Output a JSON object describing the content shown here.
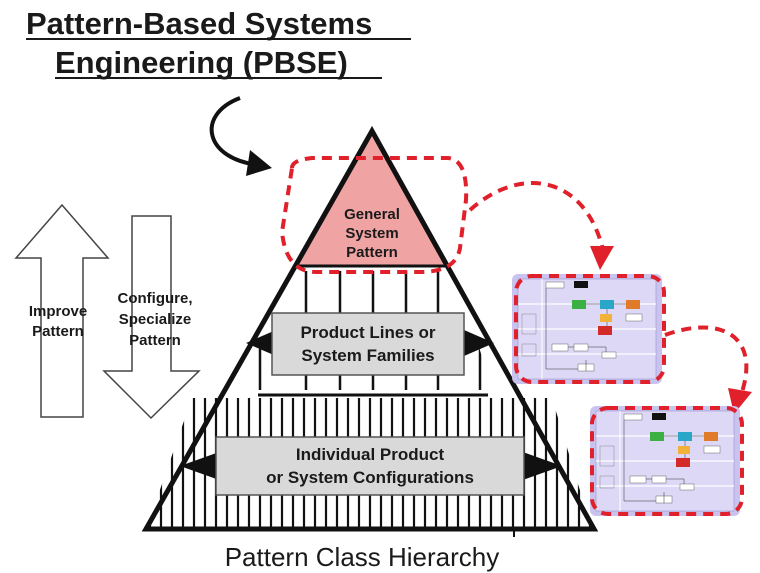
{
  "title": {
    "line1": "Pattern-Based Systems",
    "line2": "Engineering (PBSE)"
  },
  "caption": "Pattern Class Hierarchy",
  "left_arrows": {
    "improve": [
      "Improve",
      "Pattern"
    ],
    "configure": [
      "Configure,",
      "Specialize",
      "Pattern"
    ]
  },
  "pyramid": {
    "apex_label": [
      "General",
      "System",
      "Pattern"
    ],
    "middle_label": [
      "Product Lines or",
      "System Families"
    ],
    "bottom_label": [
      "Individual Product",
      "or System Configurations"
    ]
  },
  "colors": {
    "apex_fill": "#f0a3a3",
    "dashed_red": "#e0202a",
    "label_box": "#d9d9d9",
    "thumb_bg": "#c9c3ef"
  }
}
